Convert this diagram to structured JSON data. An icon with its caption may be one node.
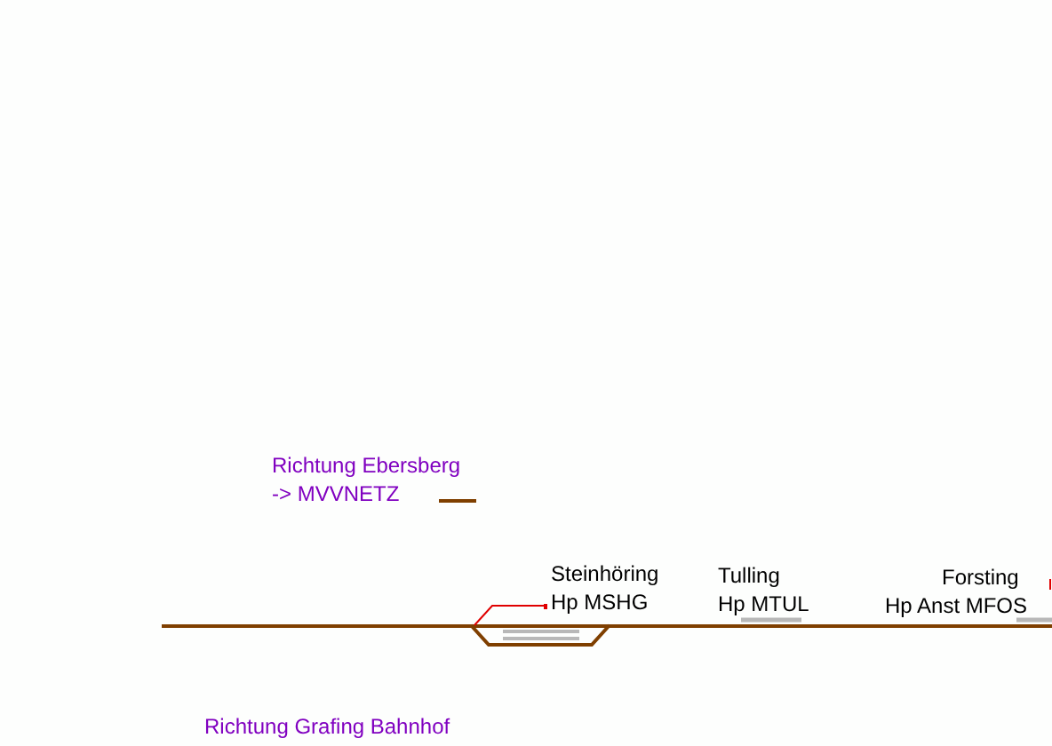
{
  "diagram": {
    "labels": [
      "Richtung Ebersberg",
      "-> MVVNETZ",
      "Steinhöring",
      "Hp MSHG",
      "Tulling",
      "Hp MTUL",
      "Forsting",
      "Hp Anst MFOS",
      "Richtung Grafing Bahnhof"
    ]
  }
}
